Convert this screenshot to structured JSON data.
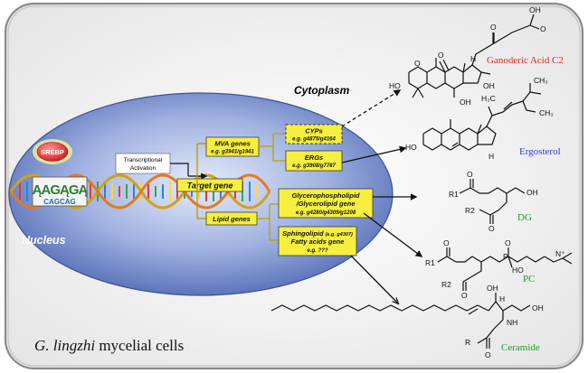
{
  "colors": {
    "cell_fill": "#e9e9e9",
    "nucleus_fill": "#6f87c9",
    "label_box": "#f7ef3f",
    "ganoderic_acid": "#e1261c",
    "ergosterol": "#2a3fc6",
    "lipid_products": "#1f9a2a",
    "srebp": "#e43b3b"
  },
  "labels": {
    "cytoplasm": "Cytoplasm",
    "nucleus": "Nucleus",
    "cell_title_italic": "G. lingzhi",
    "cell_title_rest": " mycelial cells",
    "srebp": "SREBP",
    "motif_top": "ĄAGĄGĄ",
    "motif_bottom": "CAGCAG",
    "transcriptional": "Transcriptional",
    "activation": "Activation",
    "target_gene": "Target gene",
    "mva_genes": "MVA genes",
    "mva_eg": "e.g. g3941/g1941",
    "lipid_genes": "Lipid genes",
    "cyps": "CYPs",
    "cyps_eg": "e.g. g4875/g4164",
    "ergs": "ERGs",
    "ergs_eg": "e.g. g3908/g7787",
    "glycero_line1": "Glycerophospholipid",
    "glycero_line2": "/Glycerolipid gene",
    "glycero_eg": "e.g. g4280/g4309/g1208",
    "sphingo_line1": "Sphingolipid",
    "sphingo_eg_inline": "(e.g. g4307)",
    "sphingo_line2": "Fatty acids gene",
    "sphingo_eg": "e.g. ???"
  },
  "products": {
    "ganoderic_acid": "Ganoderic Acid C2",
    "ergosterol": "Ergosterol",
    "dg": "DG",
    "pc": "PC",
    "ceramide": "Ceramide"
  },
  "atoms": {
    "oh": "OH",
    "o": "O",
    "ho": "HO",
    "h": "H",
    "r": "R",
    "r1": "R1",
    "r2": "R2",
    "nh": "NH",
    "p": "P",
    "n_plus": "N⁺",
    "h3c": "H₃C",
    "ch3": "CH₃"
  }
}
